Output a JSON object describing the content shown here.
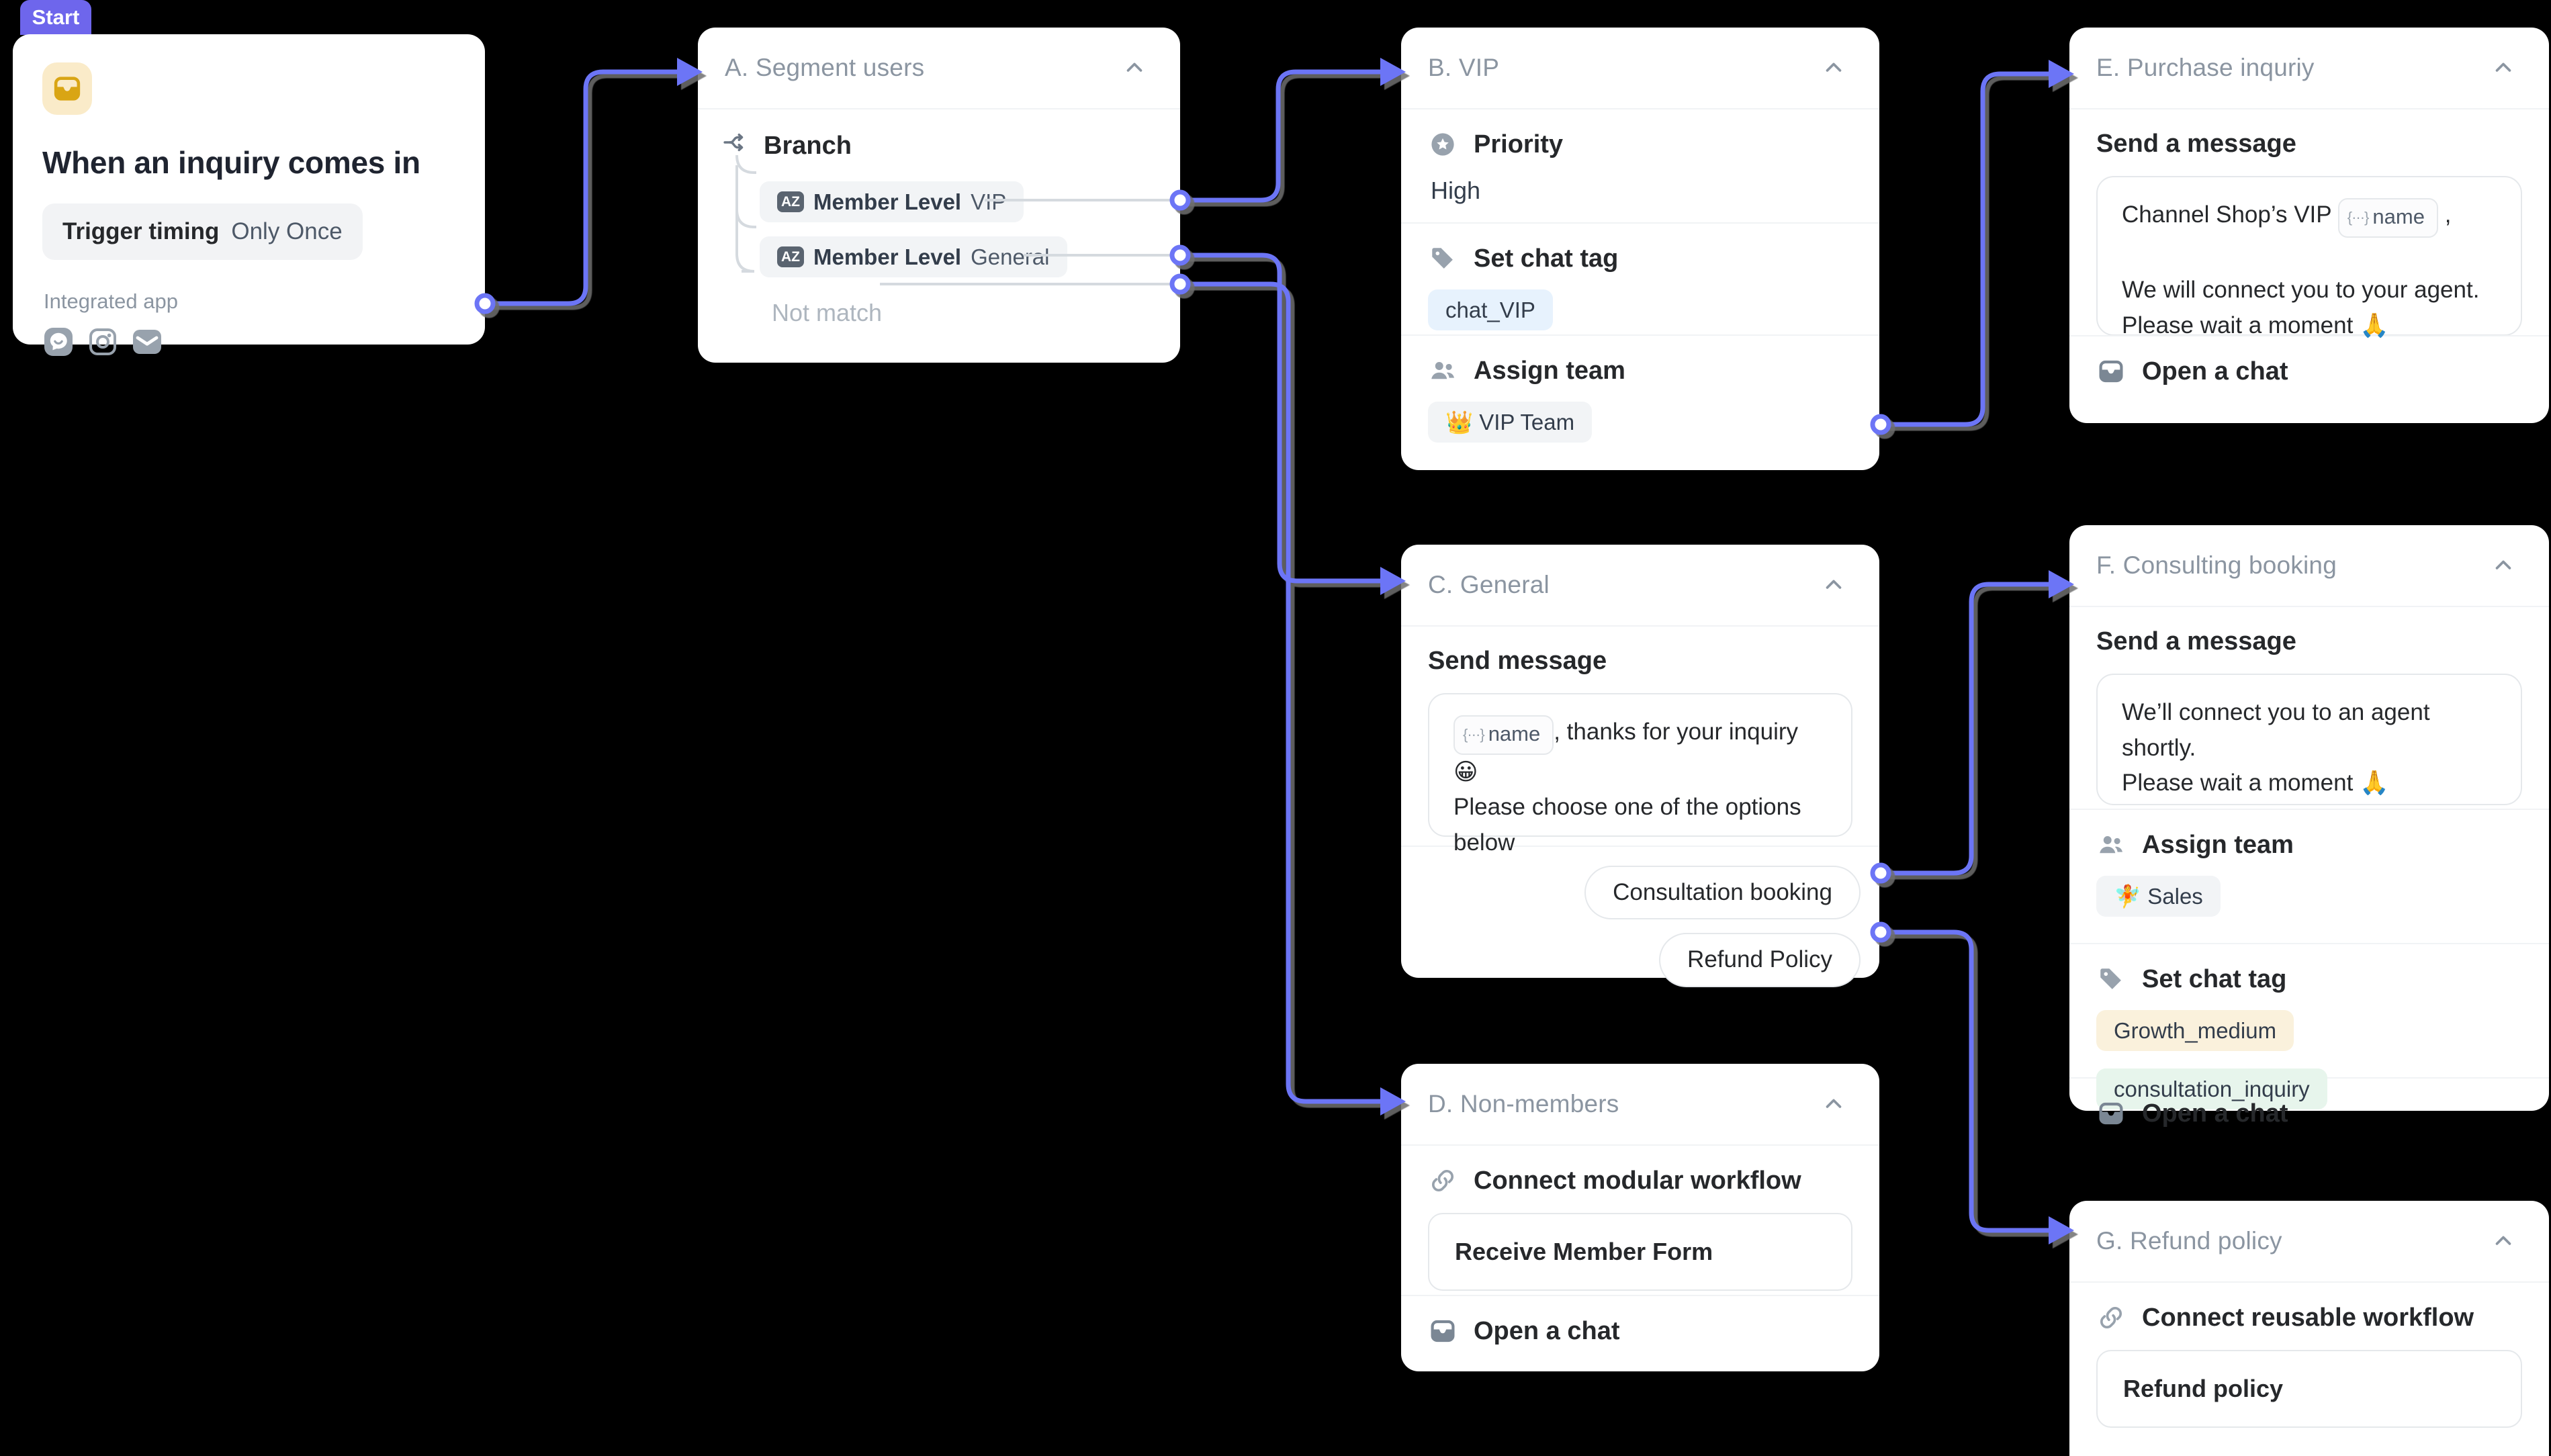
{
  "badge": {
    "label": "Start"
  },
  "trigger": {
    "title": "When an inquiry comes in",
    "pill_label": "Trigger timing",
    "pill_value": "Only Once",
    "integrated_label": "Integrated app",
    "app_icons": [
      "channel-talk-icon",
      "instagram-icon",
      "email-icon"
    ]
  },
  "nodes": {
    "a": {
      "title": "A. Segment users",
      "branch_label": "Branch",
      "az_icon_label": "AZ",
      "conditions": [
        {
          "field": "Member Level",
          "value": "VIP"
        },
        {
          "field": "Member Level",
          "value": "General"
        }
      ],
      "fallback": "Not match"
    },
    "b": {
      "title": "B. VIP",
      "priority_label": "Priority",
      "priority_value": "High",
      "tag_label": "Set chat tag",
      "tags": [
        "chat_VIP"
      ],
      "team_label": "Assign team",
      "team_value": "👑 VIP Team"
    },
    "c": {
      "title": "C. General",
      "send_label": "Send message",
      "chip": "name",
      "chip_icon": "{···}",
      "line1_after_chip": ", thanks for your inquiry 😀",
      "line2": "Please choose one of the options below",
      "buttons": [
        "Consultation booking",
        "Refund Policy"
      ]
    },
    "d": {
      "title": "D. Non-members",
      "connect_label": "Connect modular workflow",
      "connect_value": "Receive Member Form",
      "open_chat_label": "Open a chat"
    },
    "e": {
      "title": "E. Purchase inquriy",
      "send_label": "Send a message",
      "line1_before_chip": "Channel Shop’s VIP",
      "chip": "name",
      "chip_icon": "{···}",
      "line1_after_chip": " ,",
      "line2": "We will connect you to your agent.",
      "line3": "Please wait a moment 🙏",
      "open_chat_label": "Open a chat"
    },
    "f": {
      "title": "F. Consulting booking",
      "send_label": "Send a message",
      "line1": "We’ll connect you to an agent shortly.",
      "line2": "Please wait a moment 🙏",
      "team_label": "Assign team",
      "team_value": "🧚 Sales",
      "tag_label": "Set chat tag",
      "tags": [
        "Growth_medium",
        "consultation_inquiry"
      ],
      "open_chat_label": "Open a chat"
    },
    "g": {
      "title": "G. Refund policy",
      "connect_label": "Connect reusable workflow",
      "connect_value": "Refund policy"
    }
  },
  "colors": {
    "background": "#000000",
    "card_bg": "#FFFFFF",
    "wire": "#6C74F6",
    "badge_bg": "#6E66EC",
    "header_text": "#8B95A1",
    "trigger_icon_bg": "#FAEBC9",
    "trigger_icon": "#D9A514",
    "tag_blue_bg": "#E7F2FD",
    "tag_yellow_bg": "#FAF1DC",
    "tag_green_bg": "#E7F5EC"
  }
}
